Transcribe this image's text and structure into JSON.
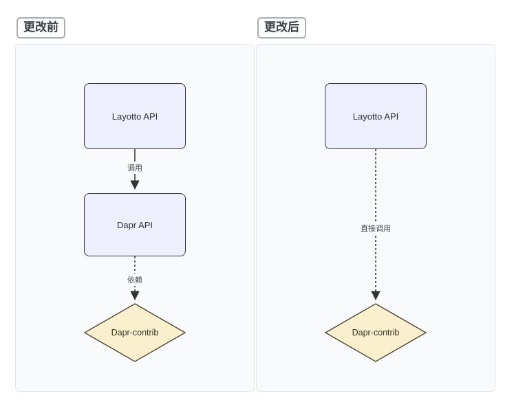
{
  "colors": {
    "node_fill": "#edf0fc",
    "node_border": "#35373b",
    "diamond_fill": "#fbf0cd",
    "diamond_border": "#4a4636",
    "panel_bg": "#f9fafc",
    "panel_border": "#e3e6ea",
    "edge_color": "#333333"
  },
  "before": {
    "tag": "更改前",
    "nodes": {
      "layotto": "Layotto API",
      "dapr_api": "Dapr API",
      "dapr_contrib": "Dapr-contrib"
    },
    "edges": {
      "call": "调用",
      "depend": "依赖"
    }
  },
  "after": {
    "tag": "更改后",
    "nodes": {
      "layotto": "Layotto API",
      "dapr_contrib": "Dapr-contrib"
    },
    "edges": {
      "direct_call": "直接调用"
    }
  }
}
